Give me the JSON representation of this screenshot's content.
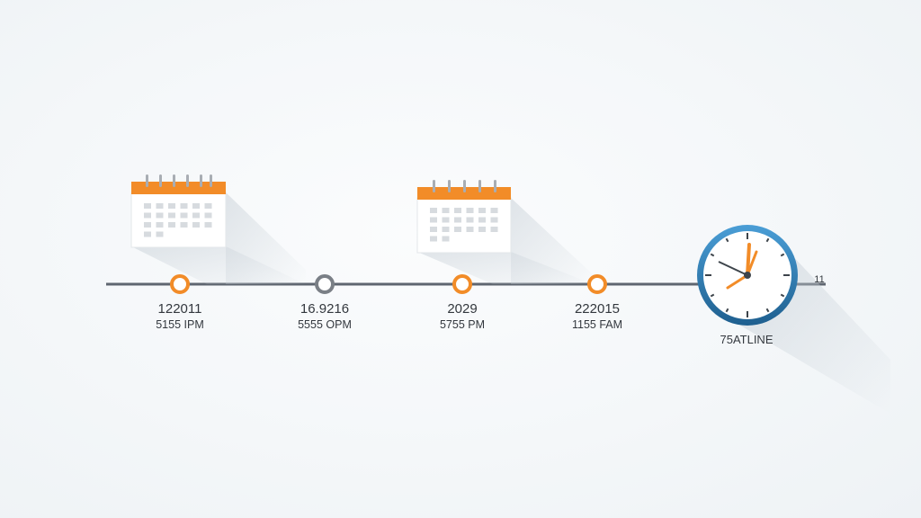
{
  "timeline": {
    "events": [
      {
        "date": "122011",
        "time": "5155 IPM",
        "calendar": true,
        "node_color": "#f28c28"
      },
      {
        "date": "16.9216",
        "time": "5555 OPM",
        "calendar": false,
        "node_color": "#7a7f86"
      },
      {
        "date": "2029",
        "time": "5755 PM",
        "calendar": true,
        "node_color": "#f28c28"
      },
      {
        "date": "222015",
        "time": "1155 FAM",
        "calendar": false,
        "node_color": "#f28c28"
      }
    ],
    "end_label": "75ATLINE",
    "end_tick": "11"
  },
  "colors": {
    "line": "#5f6670",
    "accent": "#f28c28",
    "clock_ring": "#2f7fb8",
    "text": "#33383e"
  },
  "icons": [
    "calendar-icon",
    "clock-icon"
  ]
}
